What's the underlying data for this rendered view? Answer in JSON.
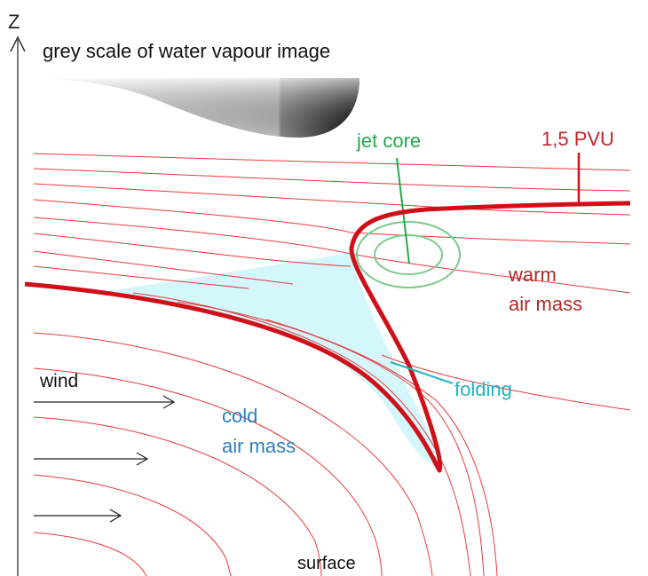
{
  "axis_label": "Z",
  "title": "grey scale of water vapour image",
  "labels": {
    "jet_core": "jet core",
    "pvu": "1,5 PVU",
    "warm_1": "warm",
    "warm_2": "air mass",
    "folding": "folding",
    "wind": "wind",
    "cold_1": "cold",
    "cold_2": "air mass",
    "surface": "surface"
  },
  "colors": {
    "isentrope": "#e8393c",
    "pvu_line": "#d01018",
    "fold_fill": "#d4f7fb",
    "jet": "#7cc98a",
    "jet_label": "#22a84a",
    "pvu_label": "#c0262c",
    "warm_label": "#b02a2a",
    "folding_label": "#1fb5c0",
    "cold_label": "#2a7fc0"
  }
}
